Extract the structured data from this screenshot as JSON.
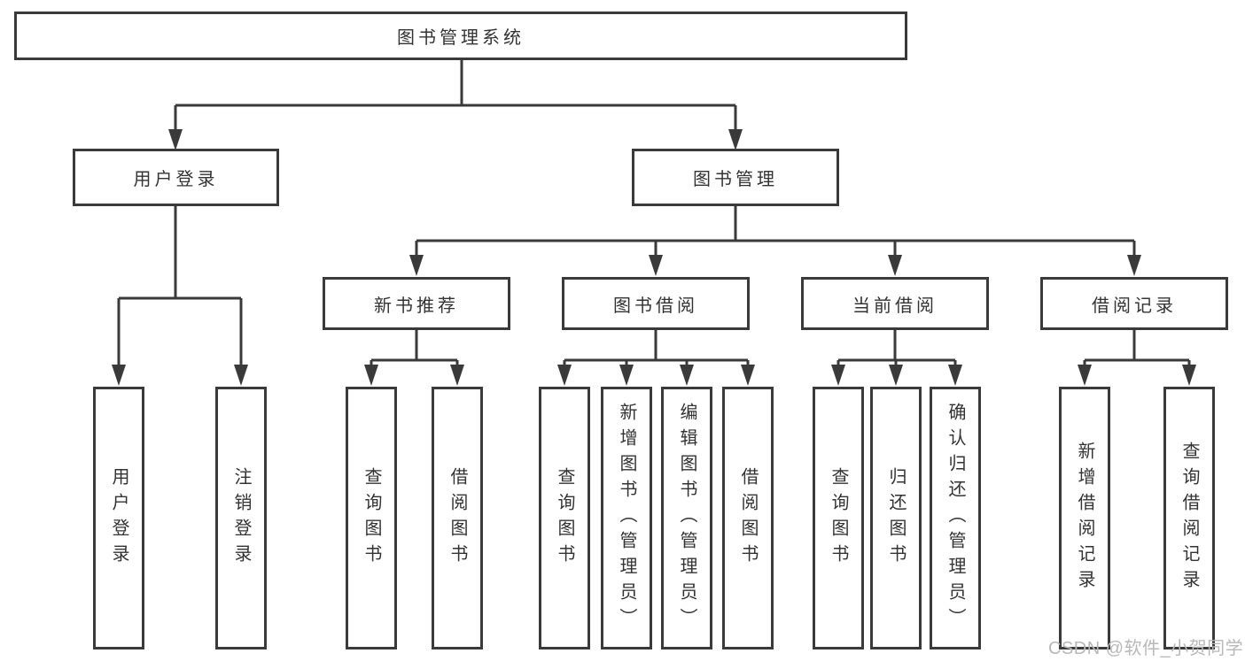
{
  "diagram_type": "hierarchy-tree",
  "colors": {
    "line": "#3a3a3a",
    "box_border": "#3a3a3a",
    "box_fill": "#ffffff",
    "text": "#333333",
    "watermark": "#b8b8b8",
    "background": "#ffffff"
  },
  "tree": {
    "label": "图书管理系统",
    "children": [
      {
        "label": "用户登录",
        "children": [
          {
            "label": "用户登录"
          },
          {
            "label": "注销登录"
          }
        ]
      },
      {
        "label": "图书管理",
        "children": [
          {
            "label": "新书推荐",
            "children": [
              {
                "label": "查询图书"
              },
              {
                "label": "借阅图书"
              }
            ]
          },
          {
            "label": "图书借阅",
            "children": [
              {
                "label": "查询图书"
              },
              {
                "label": "新增图书（管理员）"
              },
              {
                "label": "编辑图书（管理员）"
              },
              {
                "label": "借阅图书"
              }
            ]
          },
          {
            "label": "当前借阅",
            "children": [
              {
                "label": "查询图书"
              },
              {
                "label": "归还图书"
              },
              {
                "label": "确认归还（管理员）"
              }
            ]
          },
          {
            "label": "借阅记录",
            "children": [
              {
                "label": "新增借阅记录"
              },
              {
                "label": "查询借阅记录"
              }
            ]
          }
        ]
      }
    ]
  },
  "watermark": "CSDN @软件_小贺同学"
}
